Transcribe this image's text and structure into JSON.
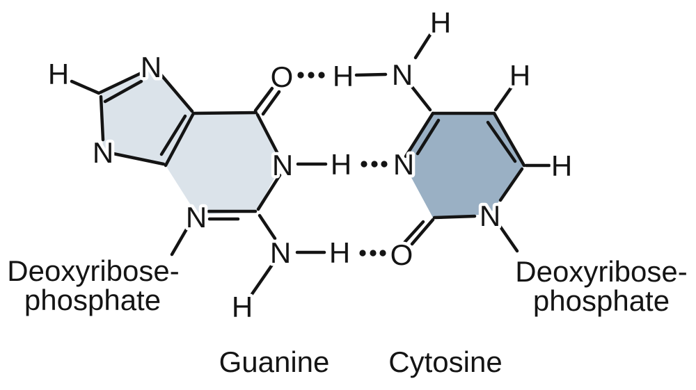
{
  "figure": {
    "type": "molecular-structure-diagram",
    "description": "Guanine and cytosine base pair joined by three hydrogen bonds, each base attached to a deoxyribose-phosphate backbone",
    "base_left_name": "Guanine",
    "base_right_name": "Cytosine",
    "left_backbone_line1": "Deoxyribose-",
    "left_backbone_line2": "phosphate",
    "right_backbone_line1": "Deoxyribose-",
    "right_backbone_line2": "phosphate"
  },
  "colors": {
    "background": "#ffffff",
    "guanine_ring_fill": "#dbe3ea",
    "cytosine_ring_fill": "#9ab0c4",
    "bond_stroke": "#141414",
    "text": "#141414"
  },
  "atoms": {
    "guanine": {
      "h8": "H",
      "n7": "N",
      "n9": "N",
      "o6": "O",
      "n1": "N",
      "h1": "H",
      "n3": "N",
      "n2": "N",
      "h2a": "H",
      "h2b": "H"
    },
    "cytosine": {
      "h41": "H",
      "n4": "N",
      "h42": "H",
      "h5": "H",
      "h6": "H",
      "n3": "N",
      "n1": "N",
      "o2": "O"
    }
  },
  "hydrogen_bonds": [
    {
      "position": "top",
      "pattern": "O ··· H—N",
      "donor": "cytosine amine N—H",
      "acceptor": "guanine O"
    },
    {
      "position": "middle",
      "pattern": "N—H ··· N",
      "donor": "guanine ring N—H",
      "acceptor": "cytosine ring N"
    },
    {
      "position": "bottom",
      "pattern": "N—H ··· O",
      "donor": "guanine amine N—H",
      "acceptor": "cytosine O"
    }
  ]
}
